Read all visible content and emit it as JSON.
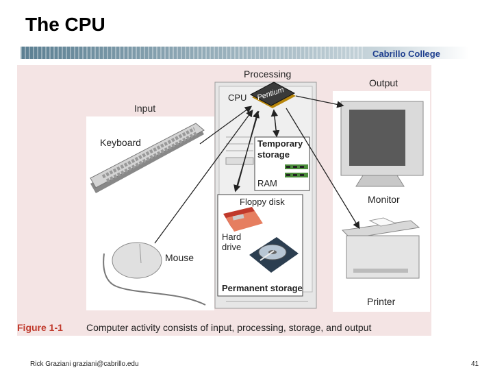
{
  "slide": {
    "title": "The CPU",
    "college": "Cabrillo College",
    "footer_author": "Rick Graziani  graziani@cabrillo.edu",
    "page_number": "41"
  },
  "figure": {
    "processing": "Processing",
    "cpu": "CPU",
    "chip": "Pentium",
    "input": "Input",
    "output": "Output",
    "keyboard": "Keyboard",
    "mouse": "Mouse",
    "temporary_storage_line1": "Temporary",
    "temporary_storage_line2": "storage",
    "ram": "RAM",
    "floppy_disk": "Floppy disk",
    "hard_drive_line1": "Hard",
    "hard_drive_line2": "drive",
    "permanent_storage": "Permanent storage",
    "monitor": "Monitor",
    "printer": "Printer",
    "figure_id": "Figure 1-1",
    "caption": "Computer activity consists of input, processing, storage, and output"
  }
}
